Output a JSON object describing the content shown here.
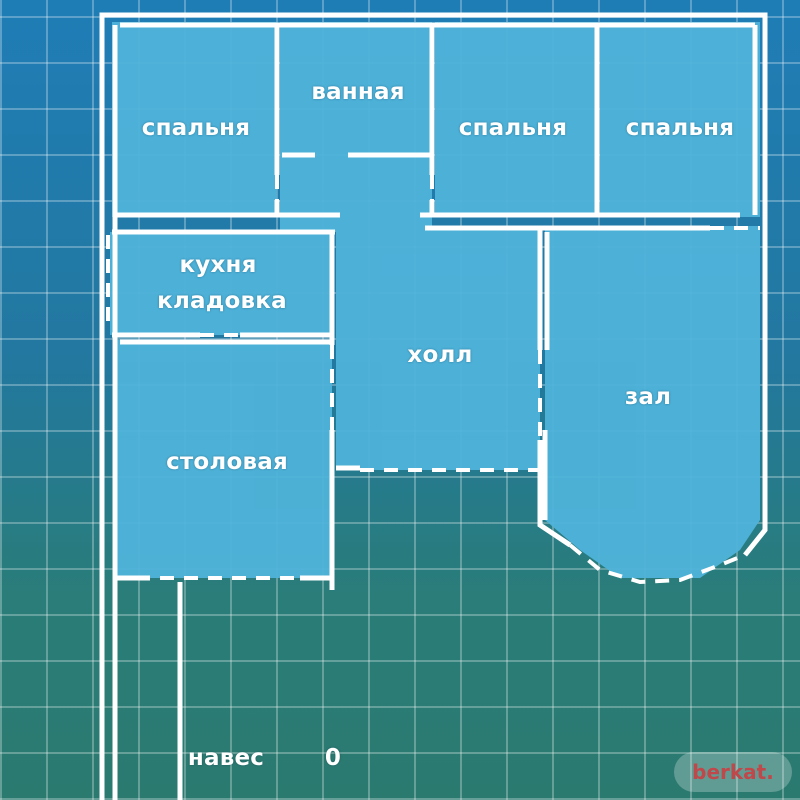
{
  "rooms": {
    "bedroom1": "спальня",
    "bathroom": "ванная",
    "bedroom2": "спальня",
    "bedroom3": "спальня",
    "kitchen": "кухня",
    "pantry": "кладовка",
    "hall": "холл",
    "living": "зал",
    "dining": "столовая",
    "canopy": "навес"
  },
  "marker": "0",
  "watermark": "berkat.",
  "colors": {
    "room": "#4fb3da",
    "wall": "#ffffff",
    "accent": "#c0484a"
  }
}
